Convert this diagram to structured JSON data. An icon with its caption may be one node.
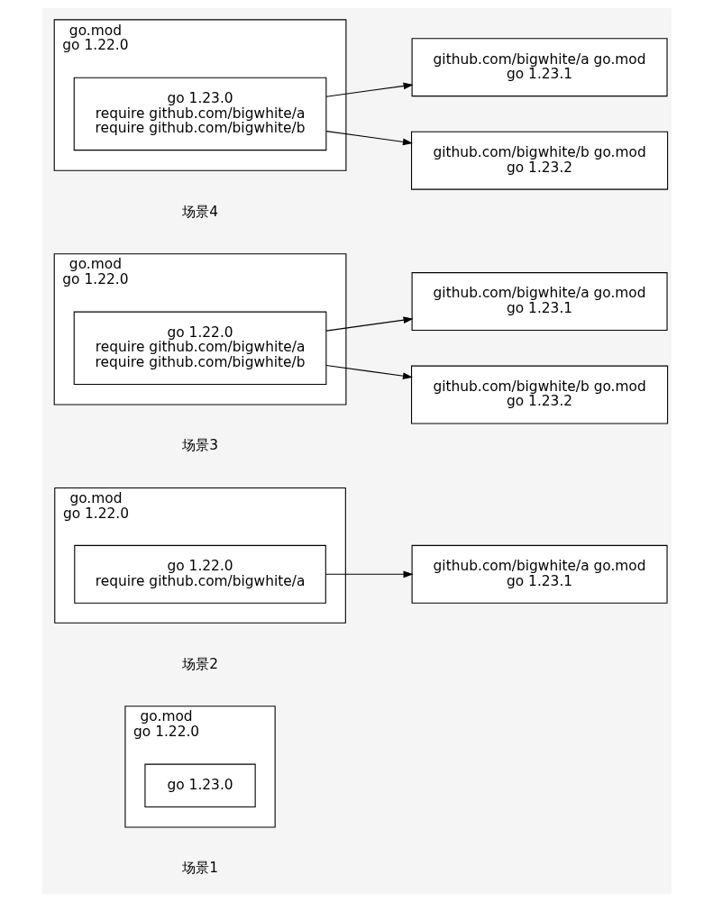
{
  "diagram": {
    "nodes": [
      {
        "text": [
          "go.mod",
          "go 1.22.0"
        ]
      },
      {
        "text": [
          "go 1.23.0"
        ],
        "in": 0
      },
      {
        "text": [
          "go.mod",
          "go 1.22.0"
        ]
      },
      {
        "text": [
          "go 1.22.0",
          "require github.com/bigwhite/a"
        ],
        "in": 2
      },
      {
        "text": [
          "github.com/bigwhite/a go.mod",
          "go 1.23.1"
        ]
      },
      {
        "text": [
          "go.mod",
          "go 1.22.0"
        ]
      },
      {
        "text": [
          "go 1.22.0",
          "require github.com/bigwhite/a",
          "require github.com/bigwhite/b"
        ],
        "in": 5
      },
      {
        "text": [
          "github.com/bigwhite/a go.mod",
          "go 1.23.1"
        ]
      },
      {
        "text": [
          "github.com/bigwhite/b go.mod",
          "go 1.23.2"
        ]
      },
      {
        "text": [
          "go.mod",
          "go 1.22.0"
        ]
      },
      {
        "text": [
          "go 1.23.0",
          "require github.com/bigwhite/a",
          "require github.com/bigwhite/b"
        ],
        "in": 9
      },
      {
        "text": [
          "github.com/bigwhite/a go.mod",
          "go 1.23.1"
        ]
      },
      {
        "text": [
          "github.com/bigwhite/b go.mod",
          "go 1.23.2"
        ]
      }
    ],
    "edges": [
      {
        "from": 3,
        "to": 4,
        "arrow": "to"
      },
      {
        "from": 6,
        "to": 7,
        "arrow": "to"
      },
      {
        "from": 6,
        "to": 8,
        "arrow": "to"
      },
      {
        "from": 10,
        "to": 11,
        "arrow": "to"
      },
      {
        "from": 10,
        "to": 12,
        "arrow": "to"
      }
    ],
    "labels": [
      "场景1",
      "场景2",
      "场景3",
      "场景4"
    ]
  }
}
